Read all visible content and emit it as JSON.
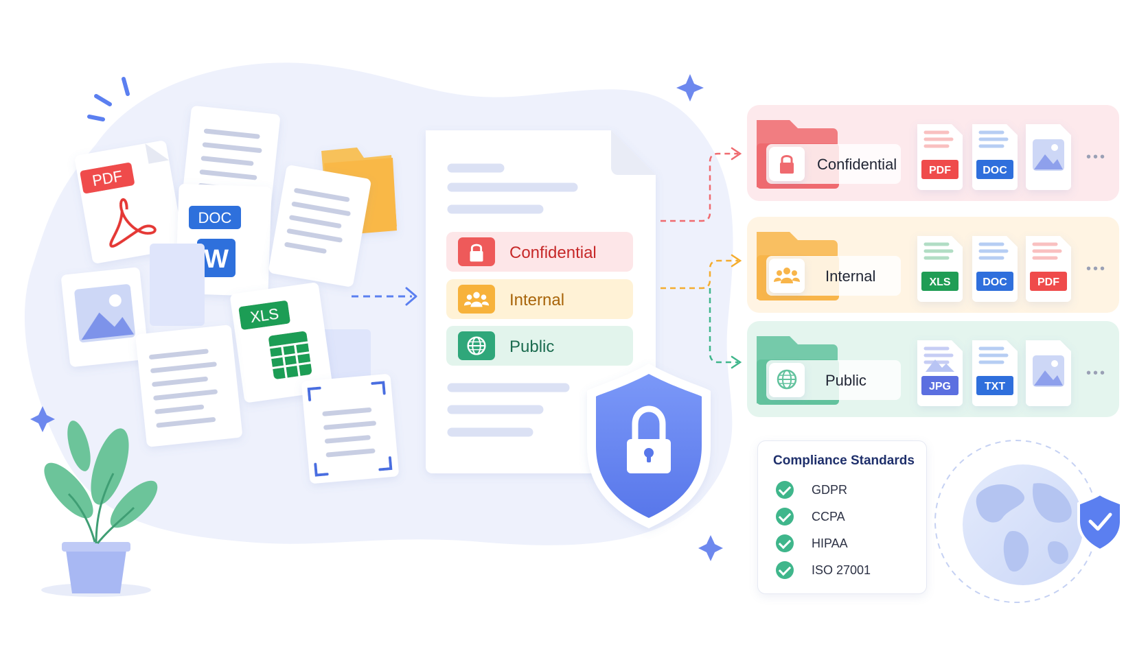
{
  "source_files": {
    "pdf_tag": "PDF",
    "doc_tag": "DOC",
    "word_letter": "W",
    "xls_tag": "XLS"
  },
  "center_document": {
    "labels": [
      {
        "text": "Confidential",
        "color": "#c62828",
        "bg": "#fde6e8",
        "icon_bg": "#ee5a5a",
        "icon": "lock-icon"
      },
      {
        "text": "Internal",
        "color": "#a8640a",
        "bg": "#fff2d6",
        "icon_bg": "#f7b23b",
        "icon": "people-icon"
      },
      {
        "text": "Public",
        "color": "#1b6b4f",
        "bg": "#e2f4ec",
        "icon_bg": "#2fa77a",
        "icon": "globe-icon"
      }
    ]
  },
  "categories": [
    {
      "name": "Confidential",
      "bg": "#fde9ec",
      "folder_color": "#ef6a6f",
      "icon": "lock-icon",
      "files": [
        "PDF",
        "DOC",
        "image"
      ],
      "more": "•••"
    },
    {
      "name": "Internal",
      "bg": "#fff4e3",
      "folder_color": "#f8b54a",
      "icon": "people-icon",
      "files": [
        "XLS",
        "DOC",
        "PDF"
      ],
      "more": "•••"
    },
    {
      "name": "Public",
      "bg": "#e4f5ee",
      "folder_color": "#62c29d",
      "icon": "globe-icon",
      "files": [
        "JPG",
        "TXT",
        "image"
      ],
      "more": "•••"
    }
  ],
  "tag_colors": {
    "PDF": "#ef4b4b",
    "DOC": "#2f6fdc",
    "XLS": "#1f9d55",
    "JPG": "#5b6fe0",
    "TXT": "#2f6fdc"
  },
  "compliance": {
    "title": "Compliance Standards",
    "items": [
      "GDPR",
      "CCPA",
      "HIPAA",
      "ISO 27001"
    ]
  },
  "colors": {
    "accent": "#5b7ff0",
    "blob": "#eef1fc",
    "shield": "#6d8cf5"
  }
}
